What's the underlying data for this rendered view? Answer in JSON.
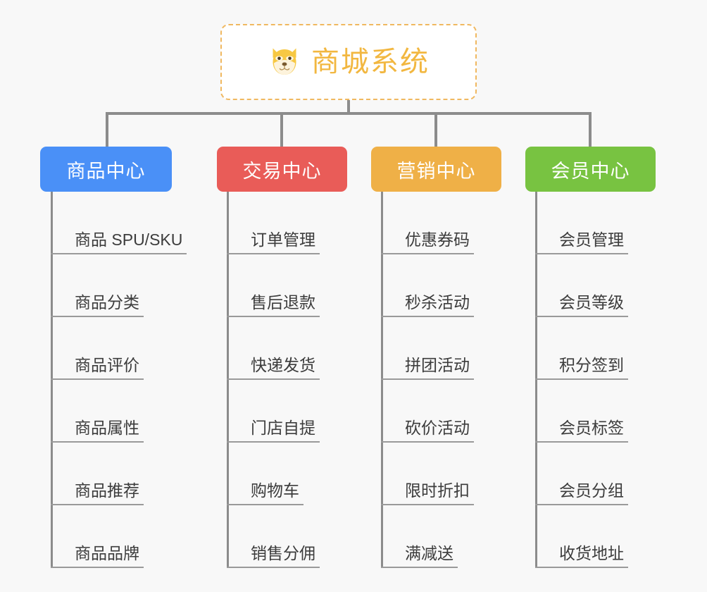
{
  "diagram": {
    "title": "商城系统",
    "root": {
      "label": "商城系统",
      "icon": "dog-face-icon",
      "border_color": "#f0b860",
      "text_color": "#f2b740",
      "background": "#ffffff"
    },
    "background": "#f8f8f8",
    "connector_color": "#8c8c8c",
    "leaf_text_color": "#3c3c3c",
    "leaf_underline_color": "#9a9a9a",
    "categories": [
      {
        "label": "商品中心",
        "color": "#4a90f7",
        "items": [
          "商品 SPU/SKU",
          "商品分类",
          "商品评价",
          "商品属性",
          "商品推荐",
          "商品品牌"
        ]
      },
      {
        "label": "交易中心",
        "color": "#e95c58",
        "items": [
          "订单管理",
          "售后退款",
          "快递发货",
          "门店自提",
          "购物车",
          "销售分佣"
        ]
      },
      {
        "label": "营销中心",
        "color": "#efb047",
        "items": [
          "优惠券码",
          "秒杀活动",
          "拼团活动",
          "砍价活动",
          "限时折扣",
          "满减送"
        ]
      },
      {
        "label": "会员中心",
        "color": "#78c341",
        "items": [
          "会员管理",
          "会员等级",
          "积分签到",
          "会员标签",
          "会员分组",
          "收货地址"
        ]
      }
    ]
  }
}
